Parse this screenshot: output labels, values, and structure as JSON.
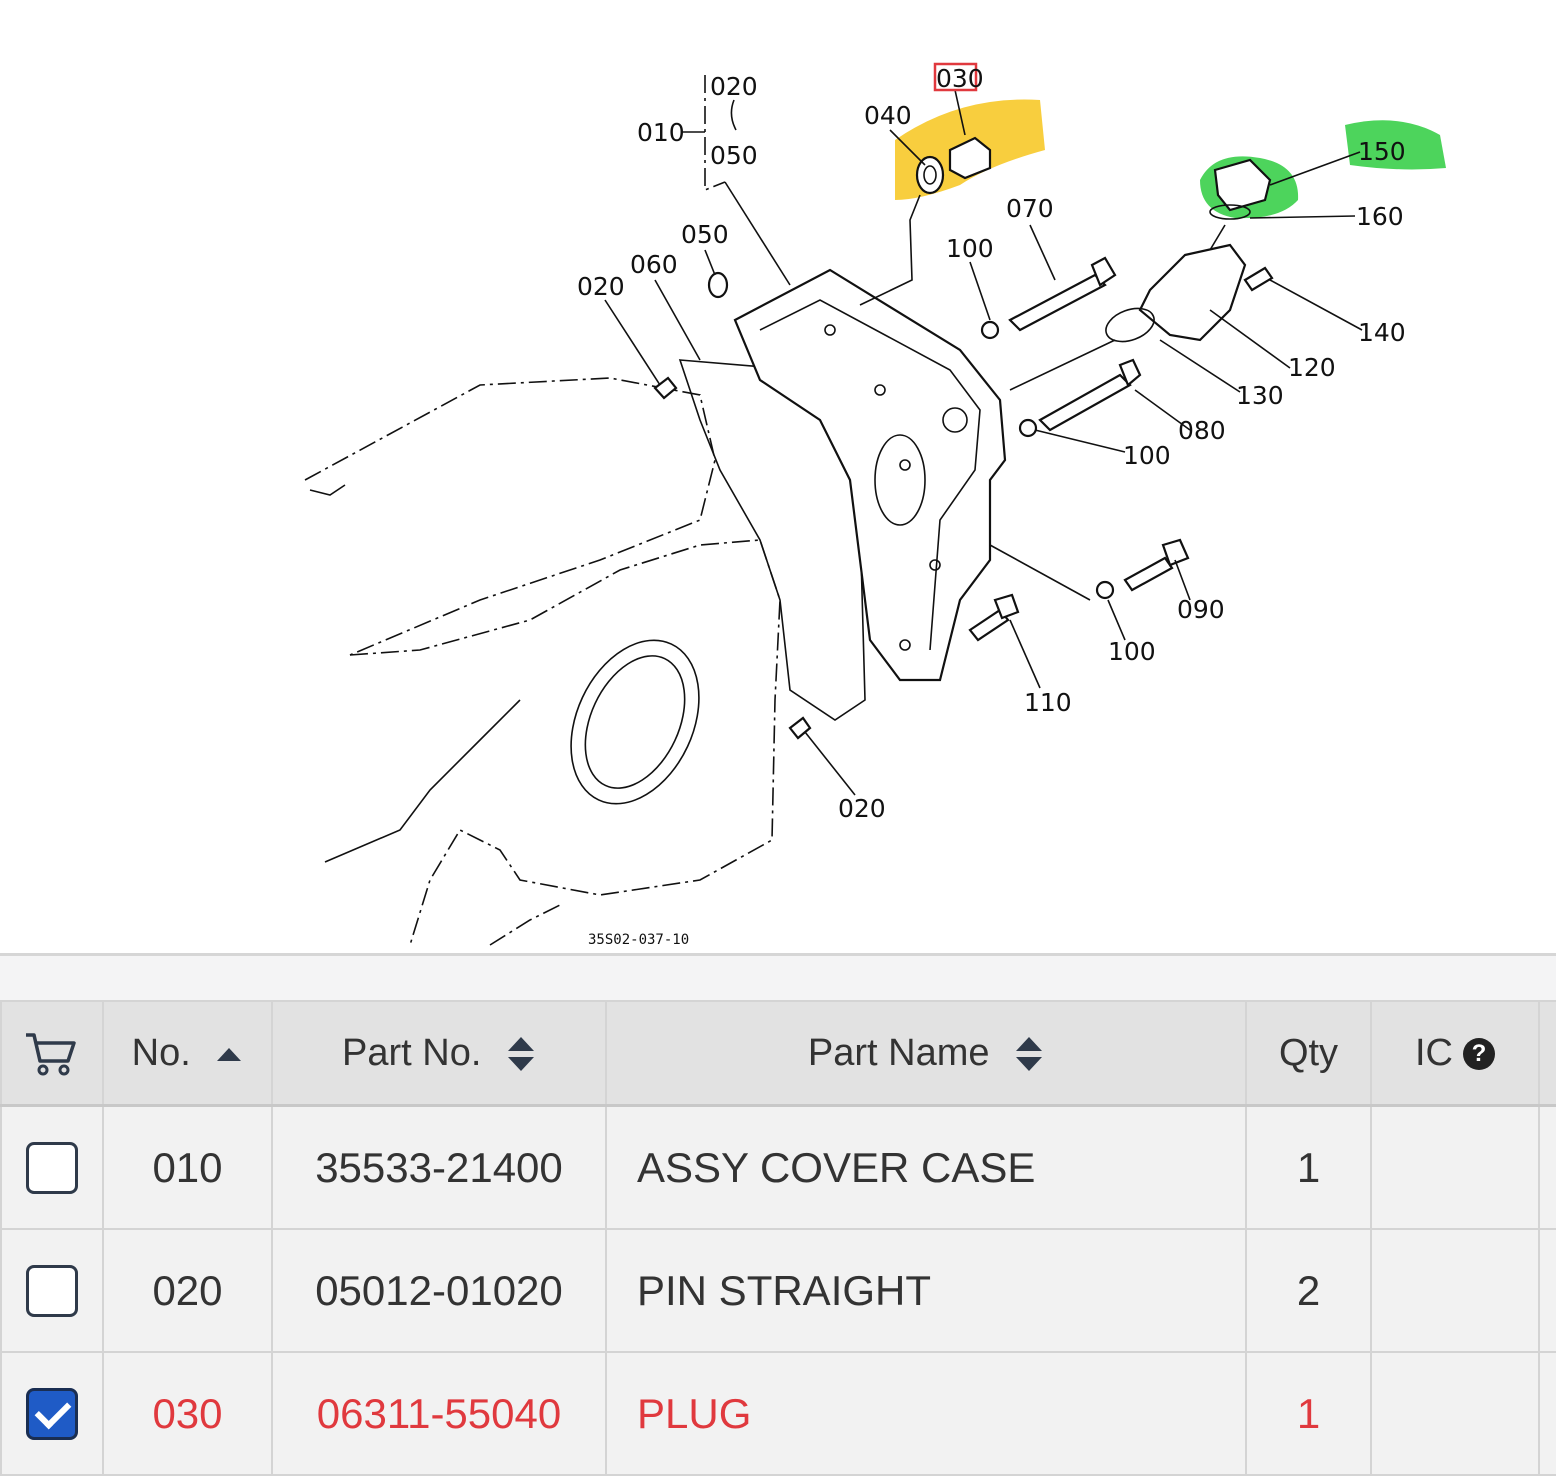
{
  "diagram": {
    "drawing_code": "35S02-037-10",
    "callouts": {
      "c010": "010",
      "c020_top": "020",
      "c050_top": "050",
      "c030": "030",
      "c040": "040",
      "c150": "150",
      "c160": "160",
      "c070": "070",
      "c100_a": "100",
      "c050": "050",
      "c060": "060",
      "c020_left": "020",
      "c140": "140",
      "c120": "120",
      "c130": "130",
      "c080": "080",
      "c100_b": "100",
      "c090": "090",
      "c100_c": "100",
      "c110": "110",
      "c020_bottom": "020"
    },
    "selected_callout": "030",
    "highlight_colors": {
      "yellow": "#f7c51c",
      "green": "#2ecc40",
      "selected_box": "#e0393e"
    }
  },
  "table": {
    "headers": {
      "cart": "cart-icon",
      "no": "No.",
      "part_no": "Part No.",
      "part_name": "Part Name",
      "qty": "Qty",
      "ic": "IC",
      "ic_help": "?"
    },
    "sort": {
      "no": "ascending",
      "part_no": "unsorted",
      "part_name": "unsorted"
    },
    "rows": [
      {
        "checked": false,
        "no": "010",
        "part_no": "35533-21400",
        "part_name": "ASSY COVER CASE",
        "qty": "1",
        "ic": ""
      },
      {
        "checked": false,
        "no": "020",
        "part_no": "05012-01020",
        "part_name": "PIN STRAIGHT",
        "qty": "2",
        "ic": ""
      },
      {
        "checked": true,
        "no": "030",
        "part_no": "06311-55040",
        "part_name": "PLUG",
        "qty": "1",
        "ic": ""
      }
    ],
    "selected_color": "#e0393e"
  }
}
